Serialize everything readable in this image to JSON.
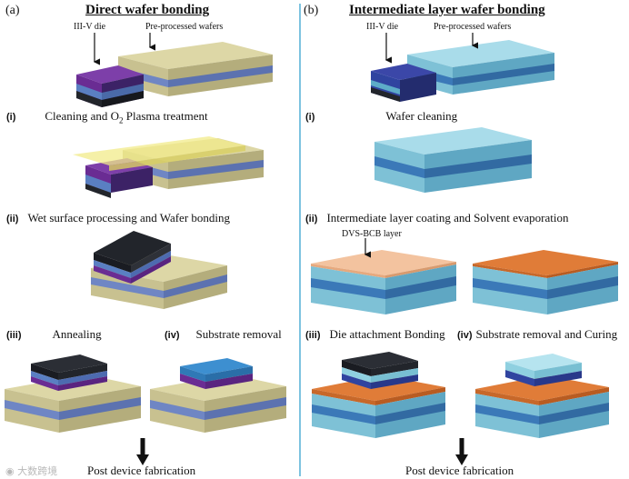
{
  "left": {
    "panel_label": "(a)",
    "title": "Direct wafer bonding",
    "label_die": "III-V die",
    "label_wafers": "Pre-processed wafers",
    "step_i_num": "(i)",
    "step_i_text_a": "Cleaning and O",
    "step_i_text_sub": "2",
    "step_i_text_b": " Plasma treatment",
    "step_ii_num": "(ii)",
    "step_ii_text": "Wet surface processing and Wafer bonding",
    "step_iii_num": "(iii)",
    "step_iii_text": "Annealing",
    "step_iv_num": "(iv)",
    "step_iv_text": "Substrate removal",
    "final": "Post device fabrication"
  },
  "right": {
    "panel_label": "(b)",
    "title": "Intermediate layer wafer bonding",
    "label_die": "III-V die",
    "label_wafers": "Pre-processed wafers",
    "step_i_num": "(i)",
    "step_i_text": "Wafer cleaning",
    "step_ii_num": "(ii)",
    "step_ii_text": "Intermediate layer coating and Solvent evaporation",
    "label_layer": "DVS-BCB layer",
    "step_iii_num": "(iii)",
    "step_iii_text": "Die attachment Bonding",
    "step_iv_num": "(iv)",
    "step_iv_text": "Substrate removal and Curing",
    "final": "Post device fabrication"
  },
  "watermark": "大数跨境",
  "colors": {
    "divider": "#7dc3e0",
    "tan_wafer": "#c8c190",
    "blue_wafer": "#6f86c4",
    "purple_die": "#6a2c93",
    "dark_die": "#22252b",
    "cyan_wafer": "#7ec1d6",
    "orange_bcb": "#e07c38",
    "peach_bcb": "#f3c39f",
    "yellow_plasma": "#f2eb8a"
  }
}
